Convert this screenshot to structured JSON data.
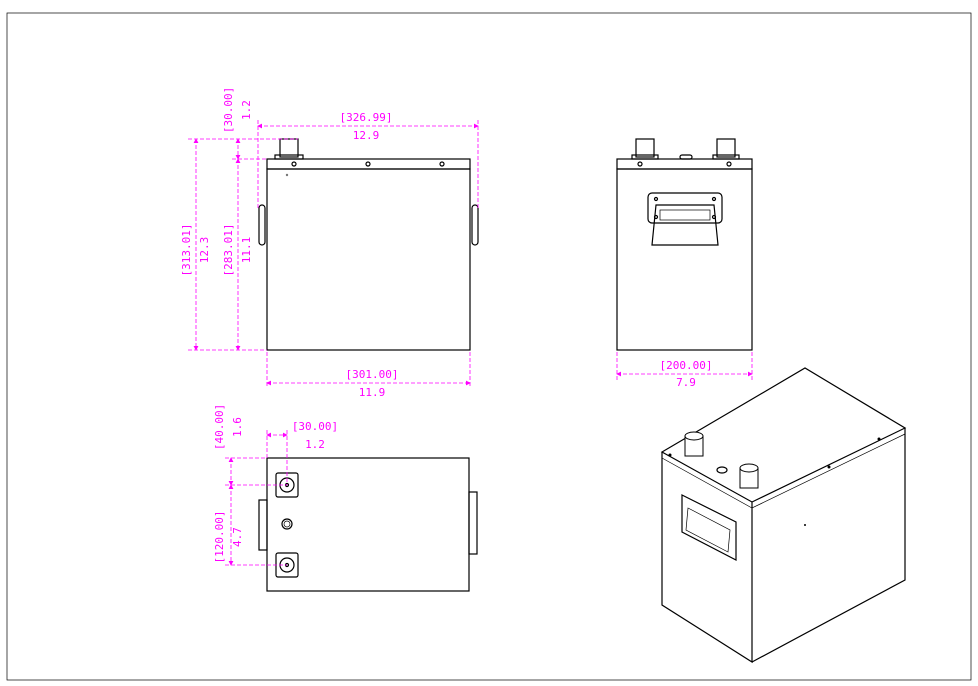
{
  "drawing": {
    "accent_color": "#ff00ff",
    "front_view": {
      "overall_width": {
        "mm": "[326.99]",
        "in": "12.9"
      },
      "connector_height": {
        "mm": "[30.00]",
        "in": "1.2"
      },
      "overall_height": {
        "mm": "[313.01]",
        "in": "12.3"
      },
      "body_height": {
        "mm": "[283.01]",
        "in": "11.1"
      },
      "body_width": {
        "mm": "[301.00]",
        "in": "11.9"
      }
    },
    "side_view": {
      "depth": {
        "mm": "[200.00]",
        "in": "7.9"
      }
    },
    "top_view": {
      "connector_offset_x": {
        "mm": "[30.00]",
        "in": "1.2"
      },
      "connector_offset_y": {
        "mm": "[40.00]",
        "in": "1.6"
      },
      "connector_spacing": {
        "mm": "[120.00]",
        "in": "4.7"
      }
    }
  }
}
